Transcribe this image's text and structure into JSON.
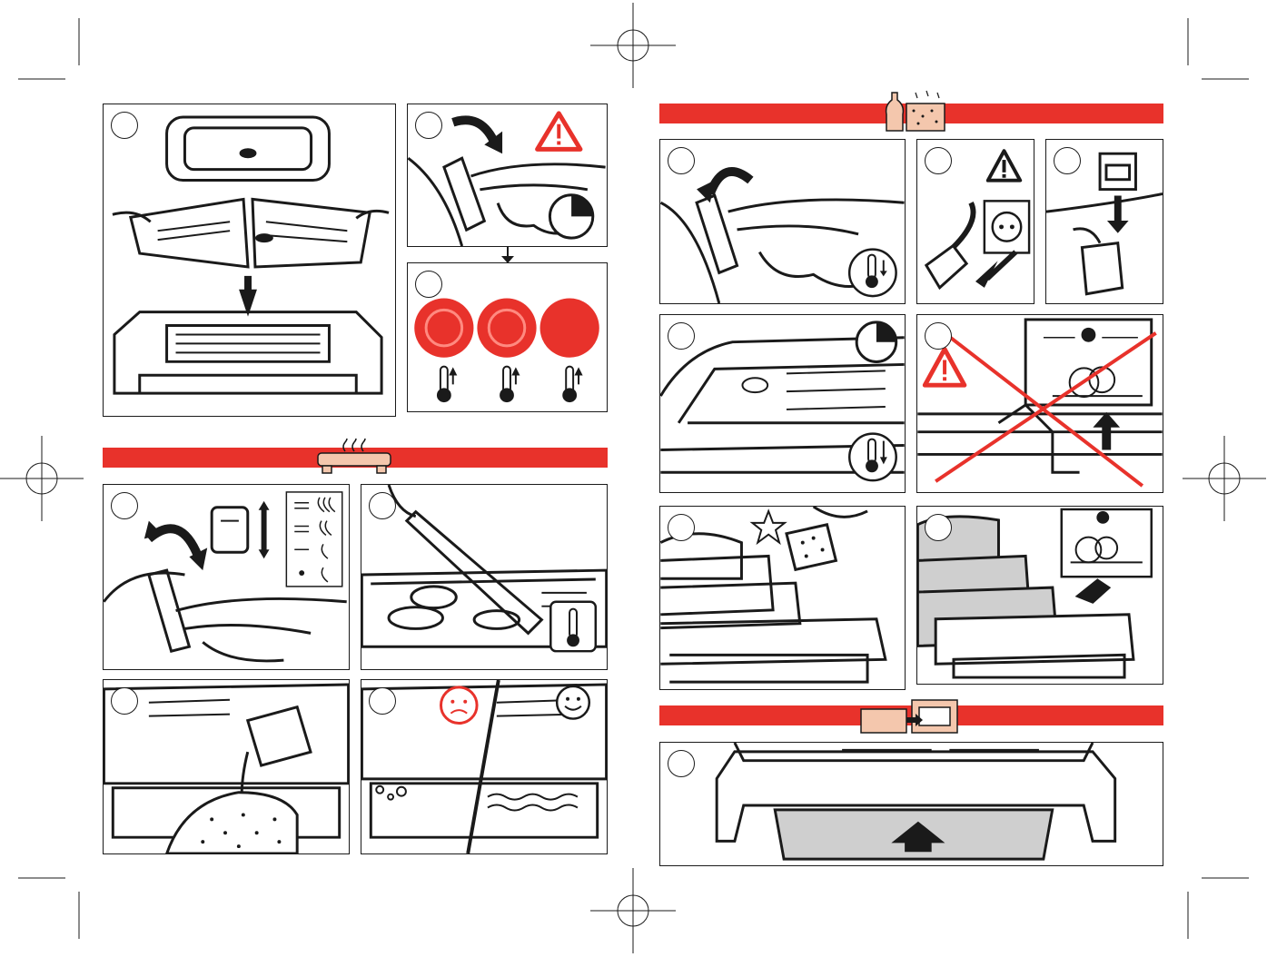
{
  "colors": {
    "accent_red": "#e8322b",
    "outline": "#1a1a1a",
    "grey_fill": "#cfcfcf",
    "skin": "#f4c7ad"
  },
  "icons": [
    "warning-triangle-icon",
    "timer-icon",
    "thermometer-up-icon",
    "thermometer-down-icon",
    "thermostat-dial-icon",
    "wall-socket-icon",
    "dishwasher-icon",
    "sad-face-icon",
    "happy-face-icon",
    "heat-waves-icon",
    "cleaning-bottle-icon",
    "drip-tray-storage-icon"
  ],
  "indicator_states": [
    "partial",
    "partial",
    "full"
  ],
  "page_left": {
    "assembly_panels": 3,
    "cooking_panels": 4
  },
  "page_right": {
    "cleaning_panels": 7,
    "storage_panels": 1
  }
}
